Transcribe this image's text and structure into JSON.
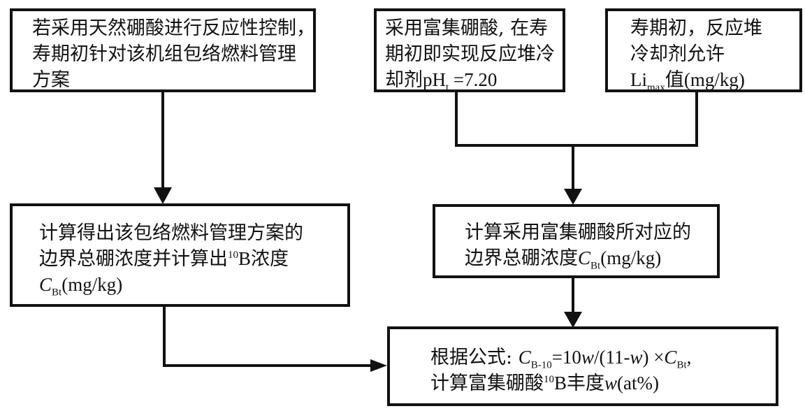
{
  "nodes": {
    "natural_boric": {
      "lines": [
        "若采用天然硼酸进行反应性控制，",
        "寿期初针对该机组包络燃料管理",
        "方案"
      ]
    },
    "enriched_ph": {
      "line1": "采用富集硼酸, 在寿",
      "line2": "期初即实现反应堆冷",
      "line3_prefix": "却剂",
      "line3_ph": "pH",
      "line3_sub": "t",
      "line3_value": " =7.20"
    },
    "li_max": {
      "line1": "寿期初，反应堆",
      "line2": "冷却剂允许",
      "line3_li": "Li",
      "line3_sub": "max",
      "line3_suffix": "值",
      "line3_unit": "(mg/kg)"
    },
    "calc_envelope": {
      "line1": "计算得出该包络燃料管理方案的",
      "line2_prefix": "边界总硼浓度并计算出",
      "line2_sup": "10",
      "line2_b": "B",
      "line2_suffix": "浓度",
      "line3_c": "C",
      "line3_sub": "Bt",
      "line3_unit": "(mg/kg)"
    },
    "calc_enriched": {
      "line1": "计算采用富集硼酸所对应的",
      "line2_prefix": "边界总硼浓度",
      "line2_c": "C",
      "line2_sub": "Bt",
      "line2_unit": "(mg/kg)"
    },
    "formula": {
      "line1_prefix": "根据公式: ",
      "c1": "C",
      "c1_sub": "B-10",
      "eq": "=10",
      "w1": "w",
      "mid": "/(11-",
      "w2": "w",
      "close": ") ×",
      "c2": "C",
      "c2_sub": "Bt",
      "line1_end": ",",
      "line2_prefix": "计算富集硼酸",
      "line2_sup": "10",
      "line2_b": "B",
      "line2_mid": "丰度",
      "line2_w": "w",
      "line2_unit": "(at%)"
    }
  },
  "colors": {
    "stroke": "#111111",
    "background": "#ffffff"
  }
}
